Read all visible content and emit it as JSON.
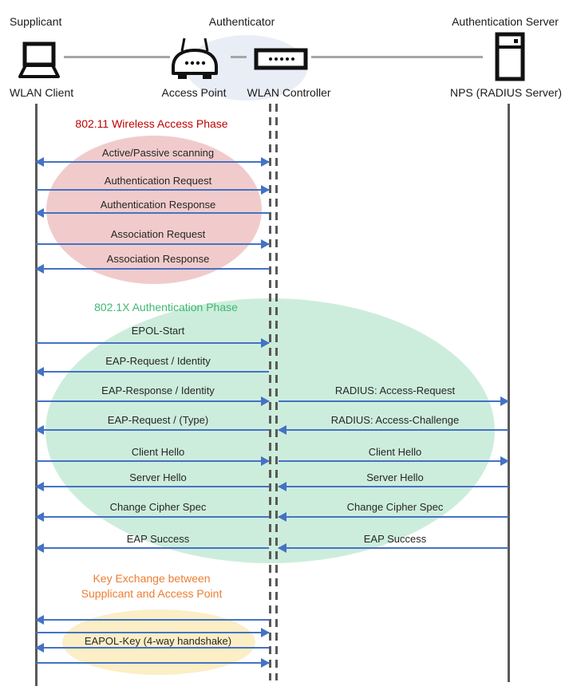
{
  "colors": {
    "arrow": "#4472C4",
    "lifeline": "#595959",
    "phase1_fill": "#F1CBCB",
    "phase2_fill": "#CDEDDC",
    "phase3_fill": "#FCEEC5",
    "header_fill": "#E9EDF6",
    "phase1_title_color": "#C00000",
    "phase2_title_color": "#3EB873",
    "phase3_title_color": "#ED7D31"
  },
  "header": {
    "roles": [
      {
        "label": "Supplicant"
      },
      {
        "label": "Authenticator"
      },
      {
        "label": "Authentication Server"
      }
    ],
    "nodes": [
      {
        "label": "WLAN Client",
        "icon": "laptop-icon"
      },
      {
        "label": "Access Point",
        "icon": "access-point-icon"
      },
      {
        "label": "WLAN Controller",
        "icon": "wlan-controller-icon"
      },
      {
        "label": "NPS (RADIUS Server)",
        "icon": "server-icon"
      }
    ]
  },
  "phase1": {
    "title": "802.11 Wireless Access Phase",
    "messages": [
      {
        "label": "Active/Passive scanning",
        "dir": "both"
      },
      {
        "label": "Authentication Request",
        "dir": "right"
      },
      {
        "label": "Authentication Response",
        "dir": "left"
      },
      {
        "label": "Association Request",
        "dir": "right"
      },
      {
        "label": "Association Response",
        "dir": "left"
      }
    ]
  },
  "phase2": {
    "title": "802.1X Authentication Phase",
    "left_messages": [
      {
        "label": "EPOL-Start",
        "dir": "right"
      },
      {
        "label": "EAP-Request / Identity",
        "dir": "left"
      },
      {
        "label": "EAP-Response / Identity",
        "dir": "right"
      },
      {
        "label": "EAP-Request / (Type)",
        "dir": "left"
      },
      {
        "label": "Client Hello",
        "dir": "right"
      },
      {
        "label": "Server Hello",
        "dir": "left"
      },
      {
        "label": "Change Cipher Spec",
        "dir": "left"
      },
      {
        "label": "EAP Success",
        "dir": "left"
      }
    ],
    "right_messages": [
      {
        "label": "RADIUS: Access-Request",
        "dir": "right"
      },
      {
        "label": "RADIUS: Access-Challenge",
        "dir": "left"
      },
      {
        "label": "Client Hello",
        "dir": "right"
      },
      {
        "label": "Server Hello",
        "dir": "left"
      },
      {
        "label": "Change Cipher Spec",
        "dir": "left"
      },
      {
        "label": "EAP Success",
        "dir": "left"
      }
    ]
  },
  "phase3": {
    "title_line1": "Key Exchange between",
    "title_line2": "Supplicant and Access Point",
    "handshake_label": "EAPOL-Key (4-way handshake)",
    "arrows": [
      {
        "dir": "left"
      },
      {
        "dir": "right"
      },
      {
        "dir": "left"
      },
      {
        "dir": "right"
      }
    ]
  }
}
